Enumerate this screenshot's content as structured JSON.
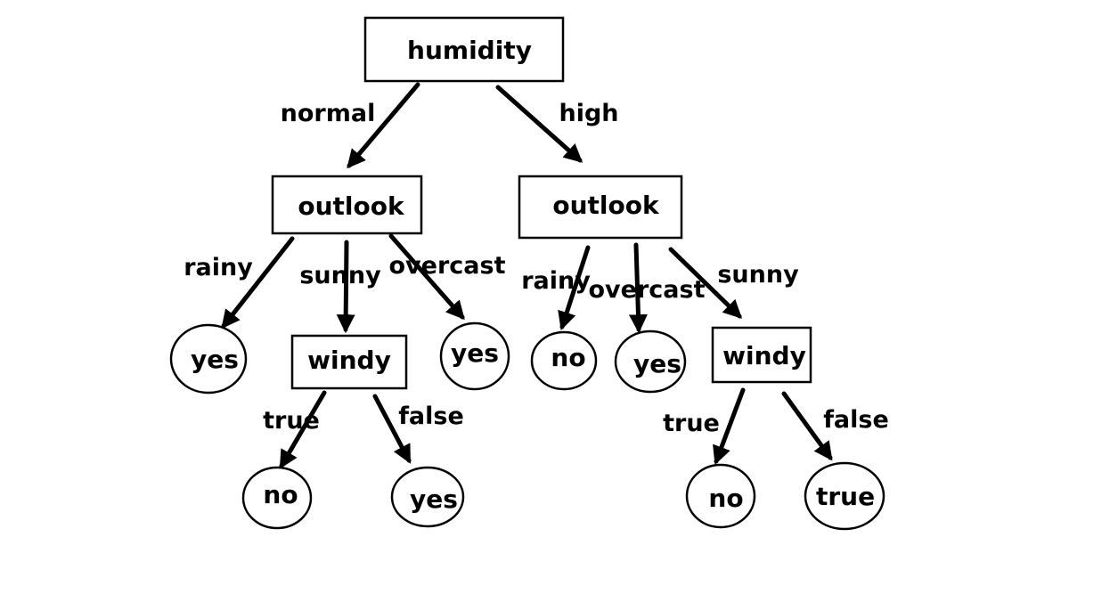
{
  "colors": {
    "line": "#000000",
    "fill": "#ffffff",
    "text": "#000000"
  },
  "tree": {
    "root": {
      "label": "humidity",
      "edges": {
        "normal": "normal",
        "high": "high"
      }
    },
    "normal_branch": {
      "label": "outlook",
      "edges": {
        "rainy": "rainy",
        "sunny": "sunny",
        "overcast": "overcast"
      },
      "rainy_leaf": "yes",
      "overcast_leaf": "yes",
      "sunny_node": {
        "label": "windy",
        "edges": {
          "true": "true",
          "false": "false"
        },
        "true_leaf": "no",
        "false_leaf": "yes"
      }
    },
    "high_branch": {
      "label": "outlook",
      "edges": {
        "rainy": "rainy",
        "overcast": "overcast",
        "sunny": "sunny"
      },
      "rainy_leaf": "no",
      "overcast_leaf": "yes",
      "sunny_node": {
        "label": "windy",
        "edges": {
          "true": "true",
          "false": "false"
        },
        "true_leaf": "no",
        "false_leaf": "true"
      }
    }
  }
}
